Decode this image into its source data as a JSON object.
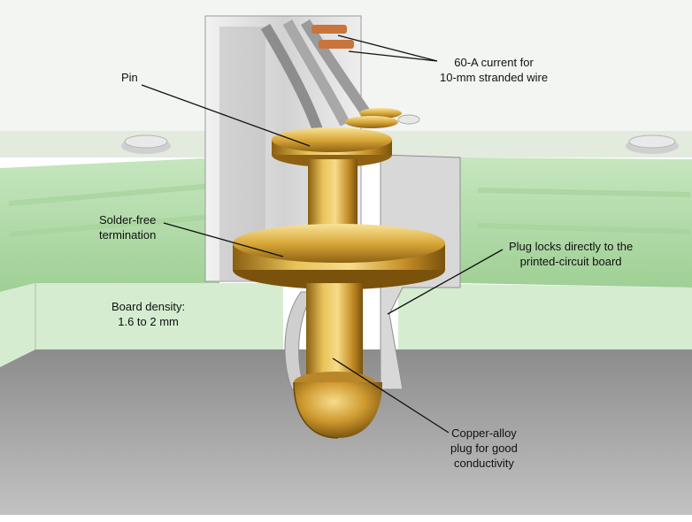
{
  "colors": {
    "board_green": "#b9dfb1",
    "board_edge": "#d6ecd0",
    "substrate_gray": "#9b9b9b",
    "gold": "#d8a93a",
    "gold_light": "#f2d27a",
    "gold_dark": "#9a6d16",
    "housing_gray": "#e4e4e4",
    "copper": "#c9743a"
  },
  "icons": [
    "pin-icon",
    "plug-icon",
    "screw-icon"
  ],
  "labels": {
    "current": {
      "line1": "60-A current for",
      "line2": "10-mm stranded wire"
    },
    "pin": {
      "line1": "Pin"
    },
    "termination": {
      "line1": "Solder-free",
      "line2": "termination"
    },
    "plug_locks": {
      "line1": "Plug locks directly to the",
      "line2": "printed-circuit board"
    },
    "board_density": {
      "line1": "Board density:",
      "line2": "1.6 to 2 mm"
    },
    "copper_alloy": {
      "line1": "Copper-alloy",
      "line2": "plug for good",
      "line3": "conductivity"
    }
  }
}
